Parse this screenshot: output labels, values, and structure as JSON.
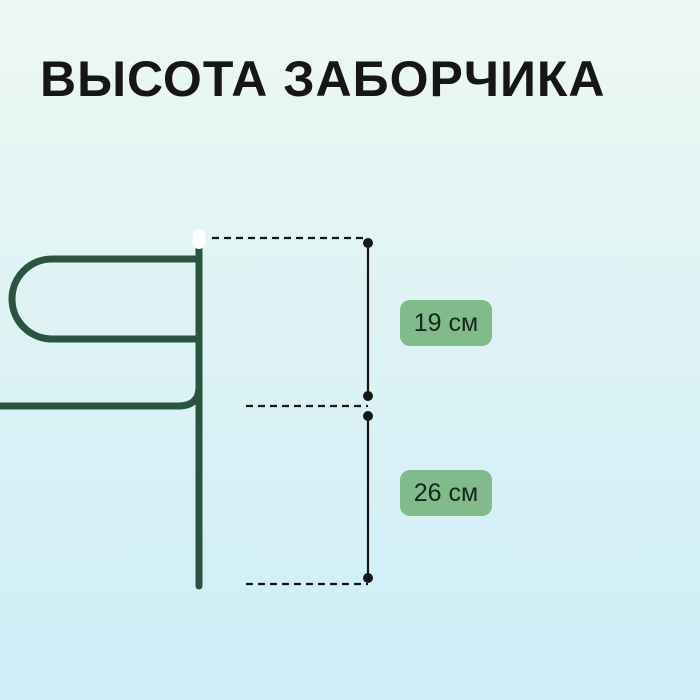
{
  "title": "ВЫСОТА ЗАБОРЧИКА",
  "measurements": {
    "top": {
      "label": "19 см",
      "value_cm": 19
    },
    "bottom": {
      "label": "26 см",
      "value_cm": 26
    }
  },
  "colors": {
    "fence_green": "#2a5440",
    "badge_green": "#82bb8b",
    "text_black": "#161616",
    "background_top": "#edf8f2",
    "background_bottom": "#cdeef8"
  }
}
